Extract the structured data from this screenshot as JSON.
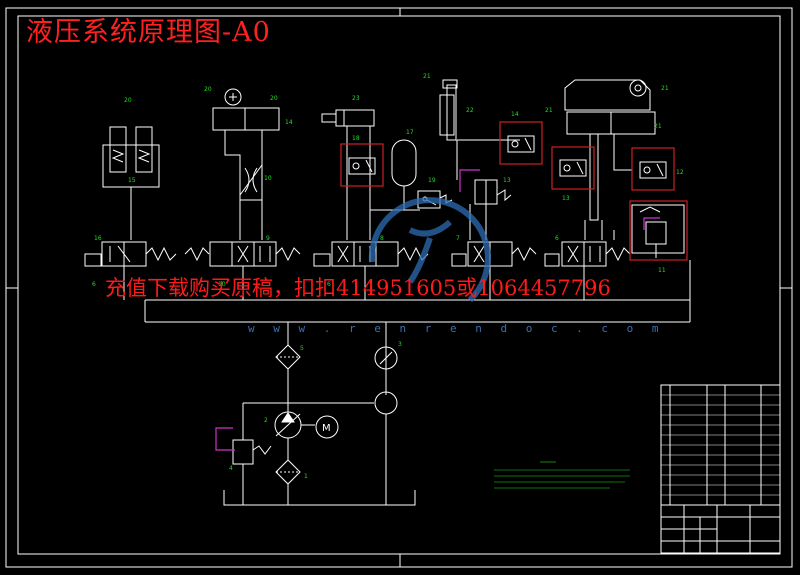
{
  "title": "液压系统原理图-A0",
  "watermark": {
    "ad_text": "充值下载购买原稿，扣扣414951605或1064457796",
    "url_text": "w w w . r e n r e n d o c . c o m"
  },
  "colors": {
    "background": "#000000",
    "line": "#ffffff",
    "label_green": "#22dd22",
    "title_red": "#ff2020",
    "highlight_red": "#cc2222",
    "magenta": "#cc33cc",
    "watermark_blue": "#2c6db5"
  },
  "icons": [
    "accumulator-icon",
    "pressure-gauge-icon",
    "motor-icon",
    "pump-icon",
    "filter-icon",
    "check-valve-icon",
    "throttle-icon",
    "directional-valve-icon",
    "cylinder-icon"
  ]
}
